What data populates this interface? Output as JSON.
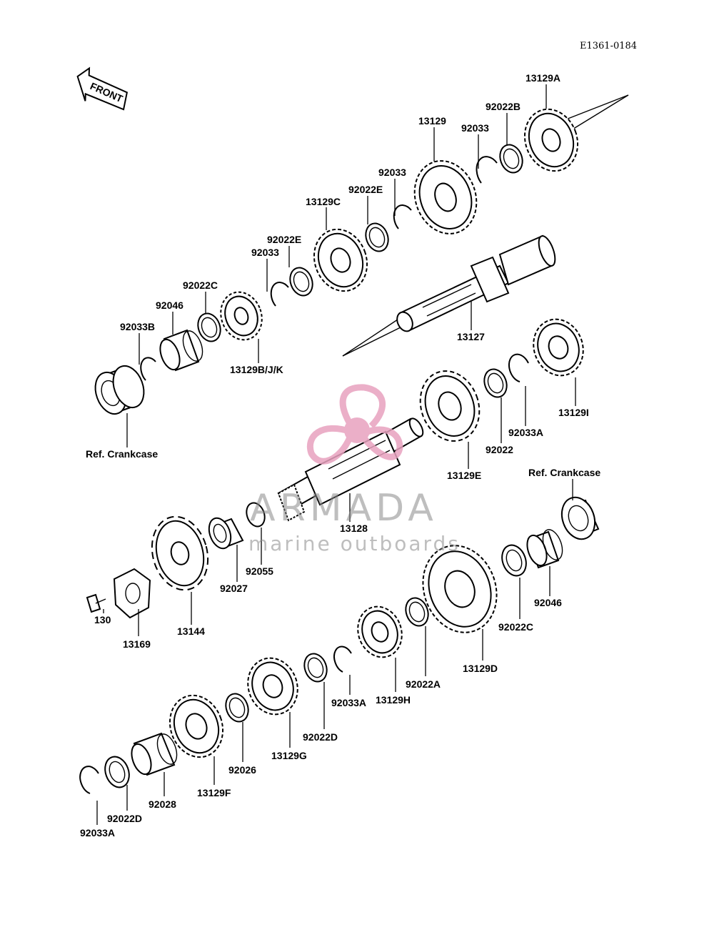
{
  "diagram_code": "E1361-0184",
  "front_arrow_label": "FRONT",
  "parts": {
    "p13129A": "13129A",
    "p92022B": "92022B",
    "p13129_top": "13129",
    "p92033_a": "92033",
    "p92033_b": "92033",
    "p92022E_a": "92022E",
    "p13129C": "13129C",
    "p92022E_b": "92022E",
    "p92033_c": "92033",
    "p92022C_top": "92022C",
    "p92046_top": "92046",
    "p92033B": "92033B",
    "p13129BJK": "13129B/J/K",
    "p13127": "13127",
    "ref_crankcase_left": "Ref. Crankcase",
    "p13129I": "13129I",
    "p92033A_mid": "92033A",
    "p92022_mid": "92022",
    "p13129E": "13129E",
    "ref_crankcase_right": "Ref. Crankcase",
    "p13128": "13128",
    "p92055": "92055",
    "p92027": "92027",
    "p13144": "13144",
    "p130": "130",
    "p13169": "13169",
    "p92046_bot": "92046",
    "p92022C_bot": "92022C",
    "p13129D": "13129D",
    "p92022A": "92022A",
    "p13129H": "13129H",
    "p92033A_low": "92033A",
    "p92022D_mid": "92022D",
    "p13129G": "13129G",
    "p92026": "92026",
    "p13129F": "13129F",
    "p92028": "92028",
    "p92022D_low": "92022D",
    "p92033A_bot": "92033A"
  },
  "watermark": {
    "title": "ARMADA",
    "subtitle": "marine outboards",
    "color": "#e8a2bf"
  }
}
